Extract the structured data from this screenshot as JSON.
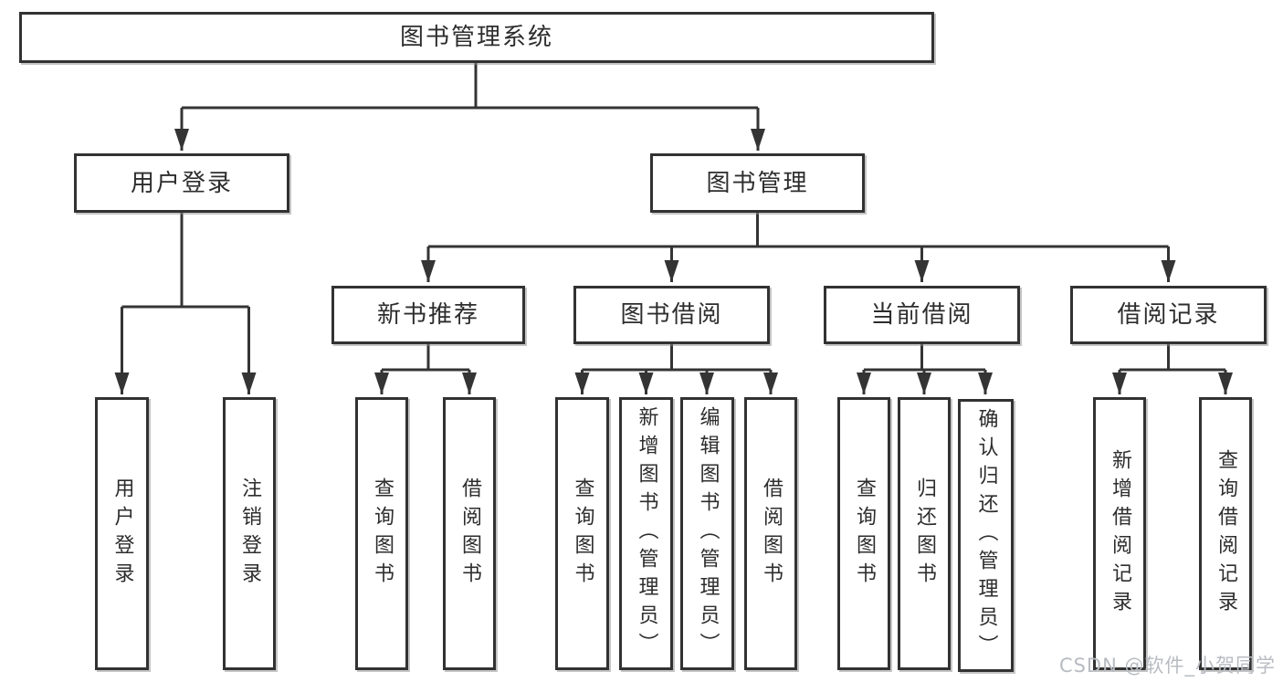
{
  "diagram": {
    "root": {
      "label": "图书管理系统"
    },
    "children": [
      {
        "label": "用户登录",
        "children": [
          {
            "label": "用户登录"
          },
          {
            "label": "注销登录"
          }
        ]
      },
      {
        "label": "图书管理",
        "children": [
          {
            "label": "新书推荐",
            "children": [
              {
                "label": "查询图书"
              },
              {
                "label": "借阅图书"
              }
            ]
          },
          {
            "label": "图书借阅",
            "children": [
              {
                "label": "查询图书"
              },
              {
                "label": "新增图书（管理员）"
              },
              {
                "label": "编辑图书（管理员）"
              },
              {
                "label": "借阅图书"
              }
            ]
          },
          {
            "label": "当前借阅",
            "children": [
              {
                "label": "查询图书"
              },
              {
                "label": "归还图书"
              },
              {
                "label": "确认归还（管理员）"
              }
            ]
          },
          {
            "label": "借阅记录",
            "children": [
              {
                "label": "新增借阅记录"
              },
              {
                "label": "查询借阅记录"
              }
            ]
          }
        ]
      }
    ]
  },
  "watermark": {
    "text": "CSDN @软件_小贺同学"
  },
  "colors": {
    "line": "#343434",
    "border": "#323232",
    "box_fill": "#ffffff",
    "background": "#ffffff",
    "text": "#2d2d2d",
    "watermark": "#b8bcc2"
  }
}
